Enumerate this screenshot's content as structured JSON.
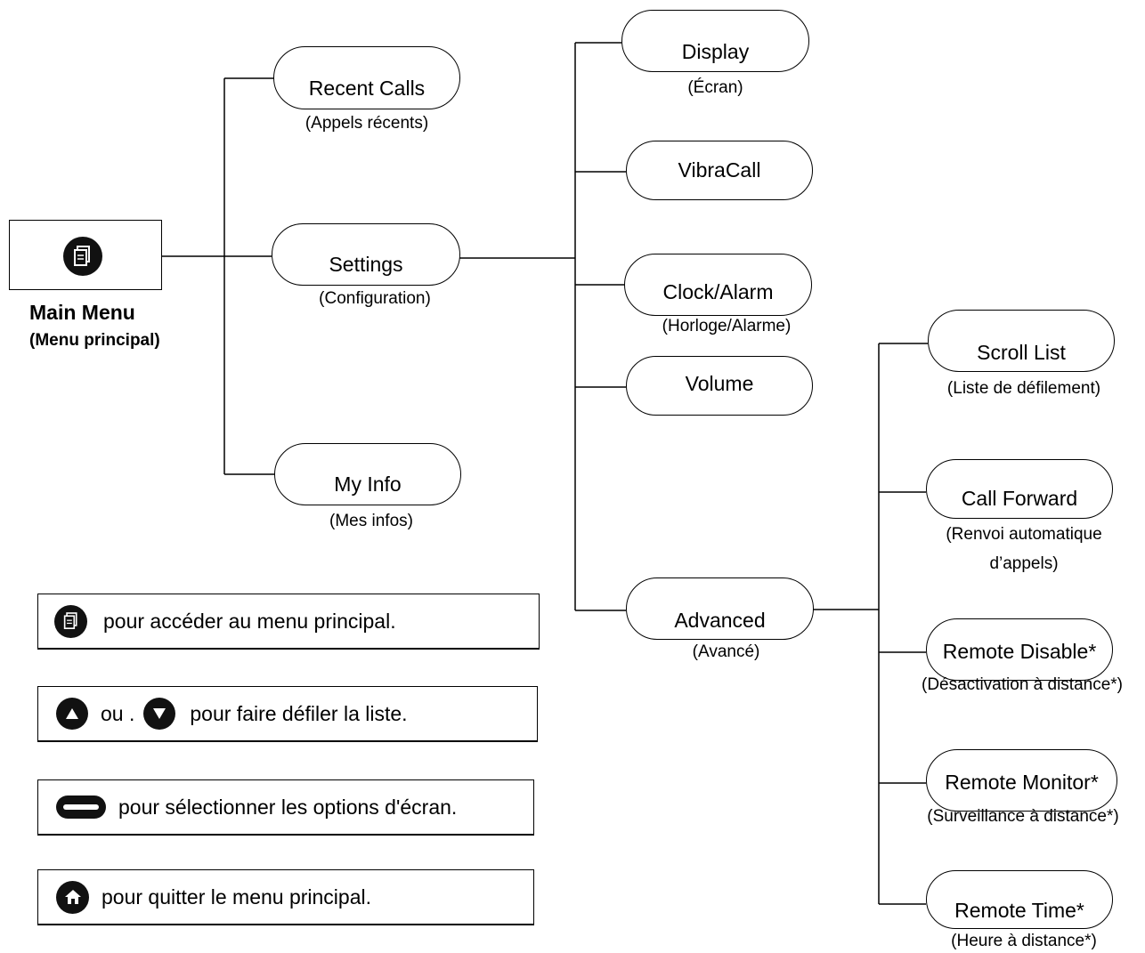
{
  "main_menu": {
    "title": "Main Menu",
    "subtitle": "(Menu principal)",
    "icon": "menu-icon"
  },
  "level1": [
    {
      "label": "Recent Calls",
      "sub": "(Appels récents)"
    },
    {
      "label": "Settings",
      "sub": "(Configuration)"
    },
    {
      "label": "My Info",
      "sub": "(Mes infos)"
    }
  ],
  "settings_items": [
    {
      "label": "Display",
      "sub": "(Écran)"
    },
    {
      "label": "VibraCall",
      "sub": ""
    },
    {
      "label": "Clock/Alarm",
      "sub": "(Horloge/Alarme)"
    },
    {
      "label": "Volume",
      "sub": ""
    },
    {
      "label": "Advanced",
      "sub": "(Avancé)"
    }
  ],
  "advanced_items": [
    {
      "label": "Scroll List",
      "sub": "(Liste de défilement)"
    },
    {
      "label": "Call Forward",
      "sub_line1": "(Renvoi automatique",
      "sub_line2": "d’appels)"
    },
    {
      "label": "Remote Disable*",
      "sub": "(Désactivation à distance*)"
    },
    {
      "label": "Remote Monitor*",
      "sub": "(Surveillance à distance*)"
    },
    {
      "label": "Remote Time*",
      "sub": "(Heure à distance*)"
    }
  ],
  "legend": [
    {
      "icon": "menu-icon",
      "text": "pour accéder au menu principal."
    },
    {
      "icon_up": "up-arrow-icon",
      "mid": "ou .",
      "icon_down": "down-arrow-icon",
      "text": "pour faire défiler la liste."
    },
    {
      "icon": "soft-key-icon",
      "text": "pour sélectionner les options d'écran."
    },
    {
      "icon": "home-icon",
      "text": "pour quitter le menu principal."
    }
  ]
}
